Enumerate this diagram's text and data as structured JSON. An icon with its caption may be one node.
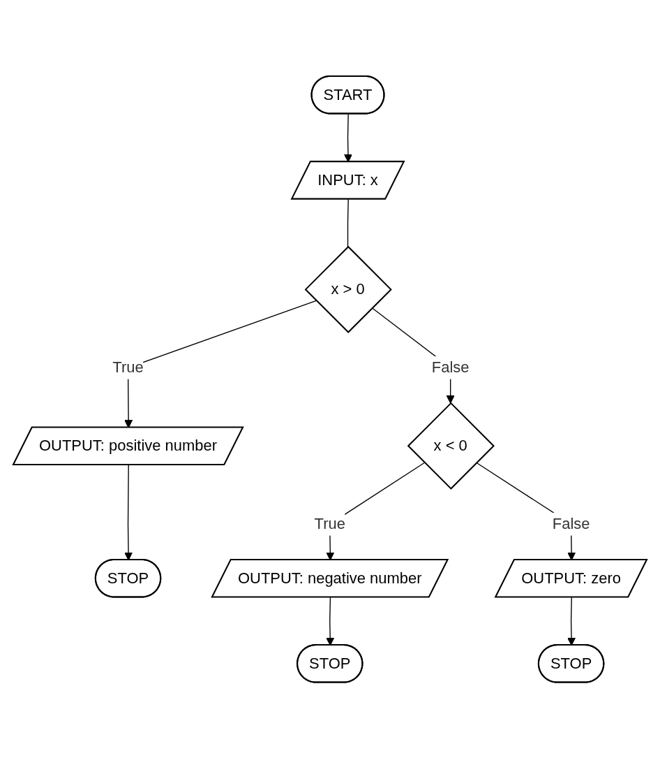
{
  "diagram": {
    "nodes": [
      {
        "text": [
          "START"
        ]
      },
      {
        "text": [
          "INPUT: x"
        ]
      },
      {
        "text": [
          "x > 0"
        ]
      },
      {
        "text": [
          "OUTPUT: positive number"
        ]
      },
      {
        "text": [
          "STOP"
        ]
      },
      {
        "text": [
          "x < 0"
        ]
      },
      {
        "text": [
          "OUTPUT: negative number"
        ]
      },
      {
        "text": [
          "STOP"
        ]
      },
      {
        "text": [
          "OUTPUT: zero"
        ]
      },
      {
        "text": [
          "STOP"
        ]
      }
    ],
    "edges": [
      {
        "from": 0,
        "to": 1,
        "arrow": "to"
      },
      {
        "from": 1,
        "to": 2,
        "arrow": "none"
      },
      {
        "from": 2,
        "to": 3,
        "label": "True",
        "arrow": "to"
      },
      {
        "from": 3,
        "to": 4,
        "arrow": "to"
      },
      {
        "from": 2,
        "to": 5,
        "label": "False",
        "arrow": "to"
      },
      {
        "from": 5,
        "to": 6,
        "label": "True",
        "arrow": "to"
      },
      {
        "from": 6,
        "to": 7,
        "arrow": "to"
      },
      {
        "from": 5,
        "to": 8,
        "label": "False",
        "arrow": "to"
      },
      {
        "from": 8,
        "to": 9,
        "arrow": "to"
      }
    ]
  }
}
